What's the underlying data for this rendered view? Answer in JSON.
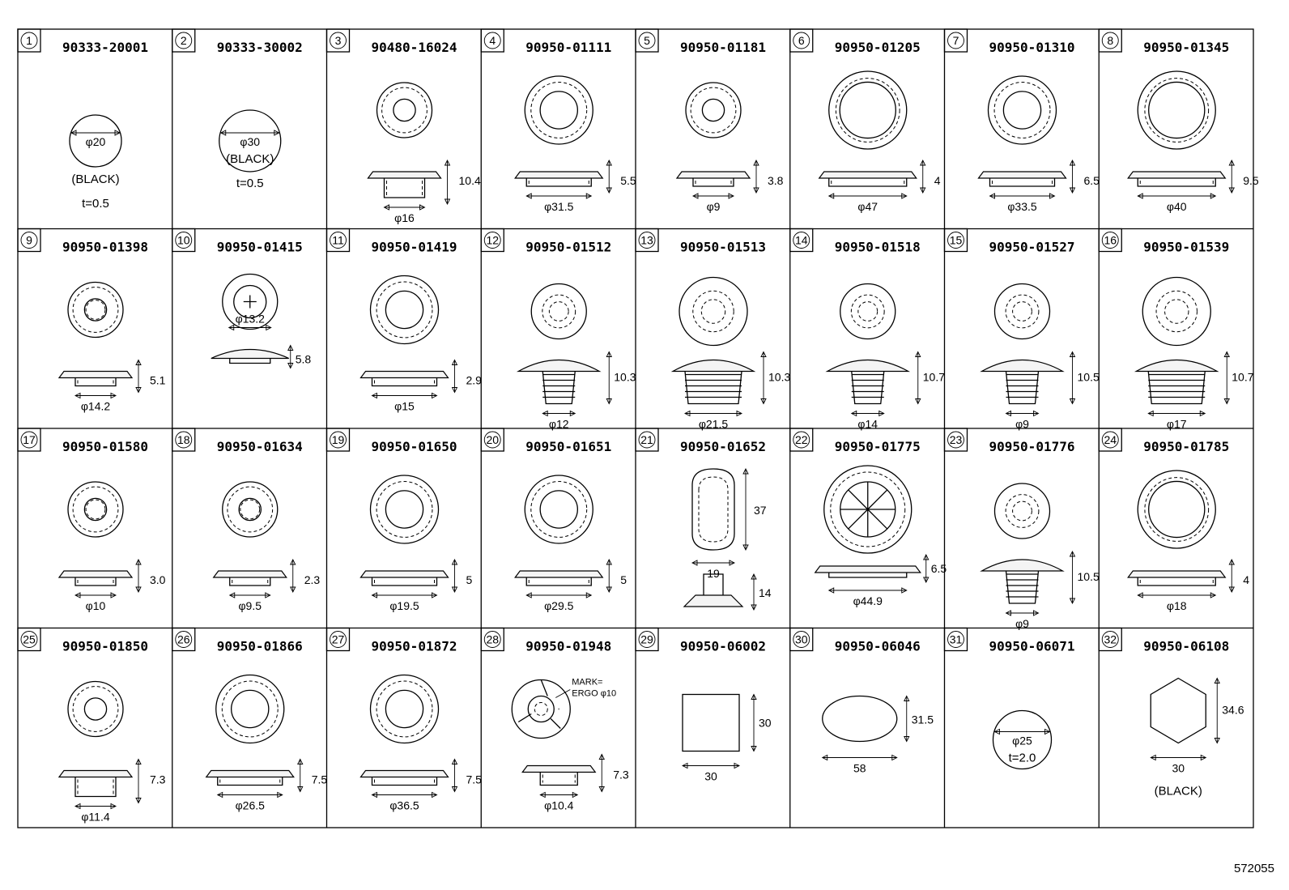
{
  "illustration_number": "572055",
  "cells": [
    {
      "index": "1",
      "part": "90333-20001",
      "dims": [
        "φ20"
      ],
      "notes": [
        "(BLACK)",
        "t=0.5"
      ]
    },
    {
      "index": "2",
      "part": "90333-30002",
      "dims": [
        "φ30"
      ],
      "notes": [
        "(BLACK)",
        "t=0.5"
      ]
    },
    {
      "index": "3",
      "part": "90480-16024",
      "dims": [
        "φ16",
        "10.4"
      ],
      "notes": []
    },
    {
      "index": "4",
      "part": "90950-01111",
      "dims": [
        "φ31.5",
        "5.5"
      ],
      "notes": []
    },
    {
      "index": "5",
      "part": "90950-01181",
      "dims": [
        "φ9",
        "3.8"
      ],
      "notes": []
    },
    {
      "index": "6",
      "part": "90950-01205",
      "dims": [
        "φ47",
        "4"
      ],
      "notes": []
    },
    {
      "index": "7",
      "part": "90950-01310",
      "dims": [
        "φ33.5",
        "6.5"
      ],
      "notes": []
    },
    {
      "index": "8",
      "part": "90950-01345",
      "dims": [
        "φ40",
        "9.5"
      ],
      "notes": []
    },
    {
      "index": "9",
      "part": "90950-01398",
      "dims": [
        "φ14.2",
        "5.1"
      ],
      "notes": []
    },
    {
      "index": "10",
      "part": "90950-01415",
      "dims": [
        "φ13.2",
        "5.8"
      ],
      "notes": []
    },
    {
      "index": "11",
      "part": "90950-01419",
      "dims": [
        "φ15",
        "2.9"
      ],
      "notes": []
    },
    {
      "index": "12",
      "part": "90950-01512",
      "dims": [
        "φ12",
        "10.3"
      ],
      "notes": []
    },
    {
      "index": "13",
      "part": "90950-01513",
      "dims": [
        "φ21.5",
        "10.3"
      ],
      "notes": []
    },
    {
      "index": "14",
      "part": "90950-01518",
      "dims": [
        "φ14",
        "10.7"
      ],
      "notes": []
    },
    {
      "index": "15",
      "part": "90950-01527",
      "dims": [
        "φ9",
        "10.5"
      ],
      "notes": []
    },
    {
      "index": "16",
      "part": "90950-01539",
      "dims": [
        "φ17",
        "10.7"
      ],
      "notes": []
    },
    {
      "index": "17",
      "part": "90950-01580",
      "dims": [
        "φ10",
        "3.0"
      ],
      "notes": []
    },
    {
      "index": "18",
      "part": "90950-01634",
      "dims": [
        "φ9.5",
        "2.3"
      ],
      "notes": []
    },
    {
      "index": "19",
      "part": "90950-01650",
      "dims": [
        "φ19.5",
        "5"
      ],
      "notes": []
    },
    {
      "index": "20",
      "part": "90950-01651",
      "dims": [
        "φ29.5",
        "5"
      ],
      "notes": []
    },
    {
      "index": "21",
      "part": "90950-01652",
      "dims": [
        "37",
        "19",
        "14"
      ],
      "notes": []
    },
    {
      "index": "22",
      "part": "90950-01775",
      "dims": [
        "φ44.9",
        "6.5"
      ],
      "notes": []
    },
    {
      "index": "23",
      "part": "90950-01776",
      "dims": [
        "φ9",
        "10.5"
      ],
      "notes": []
    },
    {
      "index": "24",
      "part": "90950-01785",
      "dims": [
        "φ18",
        "4"
      ],
      "notes": []
    },
    {
      "index": "25",
      "part": "90950-01850",
      "dims": [
        "φ11.4",
        "7.3"
      ],
      "notes": []
    },
    {
      "index": "26",
      "part": "90950-01866",
      "dims": [
        "φ26.5",
        "7.5"
      ],
      "notes": []
    },
    {
      "index": "27",
      "part": "90950-01872",
      "dims": [
        "φ36.5",
        "7.5"
      ],
      "notes": []
    },
    {
      "index": "28",
      "part": "90950-01948",
      "dims": [
        "φ10.4",
        "7.3"
      ],
      "notes": [
        "MARK=",
        "ERGO φ10"
      ]
    },
    {
      "index": "29",
      "part": "90950-06002",
      "dims": [
        "30",
        "30"
      ],
      "notes": []
    },
    {
      "index": "30",
      "part": "90950-06046",
      "dims": [
        "31.5",
        "58"
      ],
      "notes": []
    },
    {
      "index": "31",
      "part": "90950-06071",
      "dims": [
        "φ25"
      ],
      "notes": [
        "t=2.0"
      ]
    },
    {
      "index": "32",
      "part": "90950-06108",
      "dims": [
        "34.6",
        "30"
      ],
      "notes": [
        "(BLACK)"
      ]
    }
  ]
}
